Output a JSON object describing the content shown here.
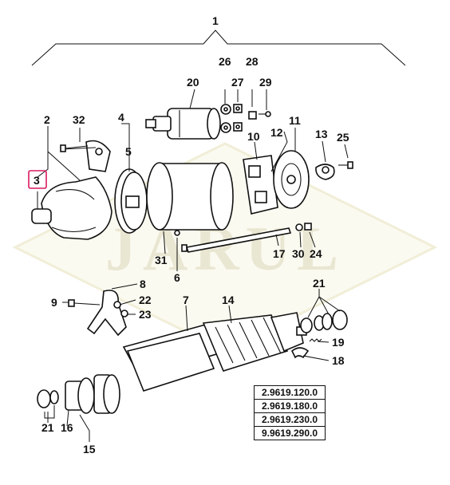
{
  "watermark": {
    "text": "JARUL"
  },
  "callouts": {
    "c1": "1",
    "c2": "2",
    "c3": "3",
    "c4": "4",
    "c5": "5",
    "c6": "6",
    "c7": "7",
    "c8": "8",
    "c9": "9",
    "c10": "10",
    "c11": "11",
    "c12": "12",
    "c13": "13",
    "c14": "14",
    "c15": "15",
    "c16": "16",
    "c17": "17",
    "c18": "18",
    "c19": "19",
    "c20": "20",
    "c21a": "21",
    "c21b": "21",
    "c22": "22",
    "c23": "23",
    "c24": "24",
    "c25": "25",
    "c26": "26",
    "c27": "27",
    "c28": "28",
    "c29": "29",
    "c30": "30",
    "c31": "31",
    "c32": "32"
  },
  "highlighted_callout": "3",
  "part_codes": [
    "2.9619.120.0",
    "2.9619.180.0",
    "2.9619.230.0",
    "9.9619.290.0"
  ],
  "colors": {
    "highlight": "#d81b60",
    "watermark": "#e9e6d2",
    "ink": "#111111"
  }
}
